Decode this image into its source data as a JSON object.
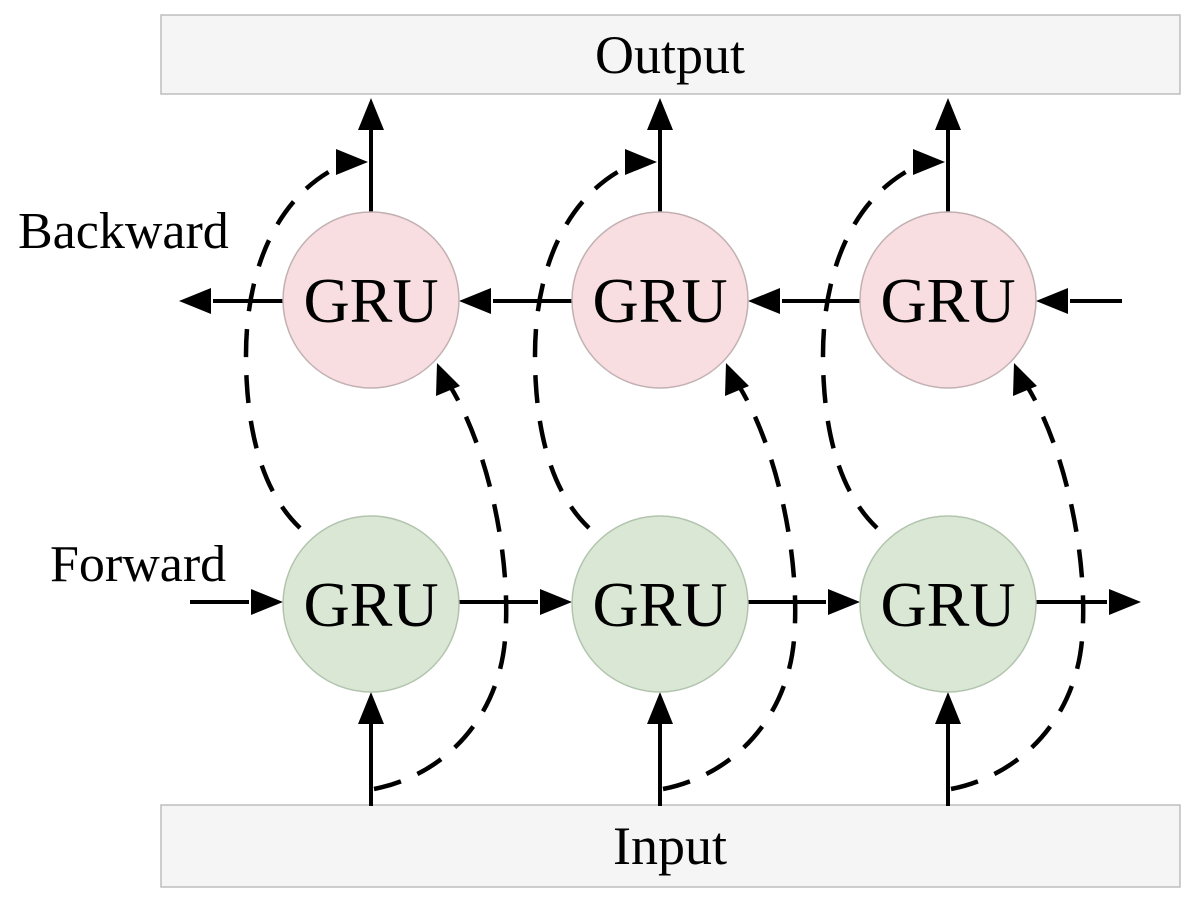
{
  "diagram": {
    "output_bar": {
      "label": "Output"
    },
    "input_bar": {
      "label": "Input"
    },
    "row_labels": {
      "backward": "Backward",
      "forward": "Forward"
    },
    "backward_nodes": [
      {
        "label": "GRU"
      },
      {
        "label": "GRU"
      },
      {
        "label": "GRU"
      }
    ],
    "forward_nodes": [
      {
        "label": "GRU"
      },
      {
        "label": "GRU"
      },
      {
        "label": "GRU"
      }
    ],
    "colors": {
      "backward_node_fill": "#f8dee0",
      "backward_node_stroke": "#c2b0b2",
      "forward_node_fill": "#d9e7d4",
      "forward_node_stroke": "#b3c4ae",
      "bar_fill": "#f5f5f5",
      "bar_stroke": "#bdbdbd",
      "line": "#000000"
    }
  }
}
